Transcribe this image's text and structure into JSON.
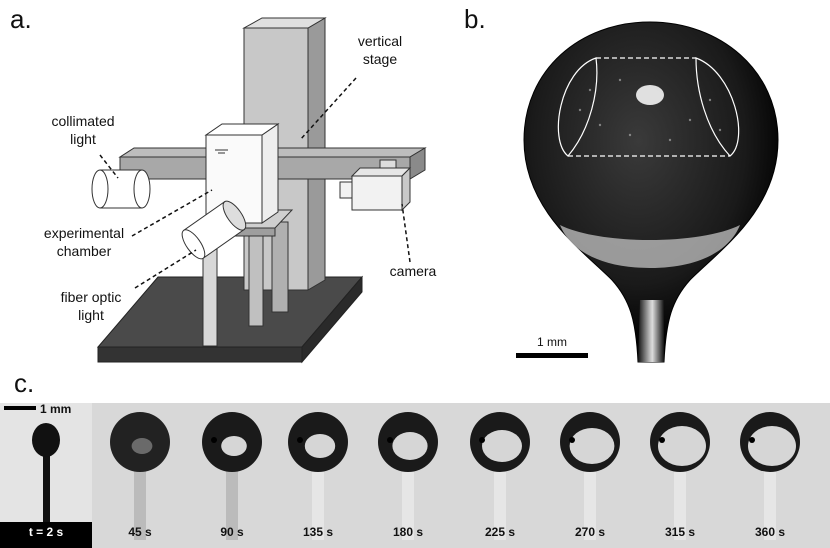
{
  "panels": {
    "a": "a.",
    "b": "b.",
    "c": "c."
  },
  "panel_a": {
    "vertical_stage": [
      "vertical",
      "stage"
    ],
    "collimated_light": [
      "collimated",
      "light"
    ],
    "experimental_chamber": [
      "experimental",
      "chamber"
    ],
    "fiber_optic_light": [
      "fiber optic",
      "light"
    ],
    "camera": "camera"
  },
  "panel_b": {
    "scale_bar": "1 mm"
  },
  "panel_c": {
    "scale_bar": "1 mm",
    "frames": [
      "t = 2 s",
      "45 s",
      "90 s",
      "135 s",
      "180 s",
      "225 s",
      "270 s",
      "315 s",
      "360 s"
    ]
  }
}
